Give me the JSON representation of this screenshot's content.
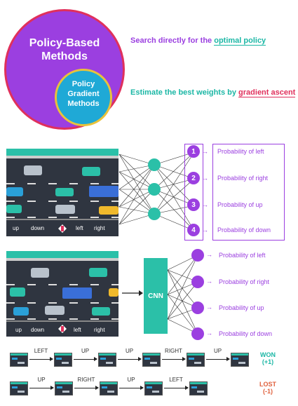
{
  "top": {
    "outer_title_line1": "Policy-Based",
    "outer_title_line2": "Methods",
    "inner_title_line1": "Policy",
    "inner_title_line2": "Gradient",
    "inner_title_line3": "Methods",
    "search_text": "Search directly for the ",
    "search_highlight": "optimal policy",
    "estimate_text": "Estimate the best weights by ",
    "estimate_highlight": "gradient ascent"
  },
  "road_labels": {
    "up": "up",
    "down": "down",
    "left": "left",
    "right": "right"
  },
  "network1": {
    "outputs": [
      "1",
      "2",
      "3",
      "4"
    ],
    "probs": [
      "Probability of left",
      "Probability of right",
      "Probability of up",
      "Probability of down"
    ]
  },
  "network2": {
    "cnn_label": "CNN",
    "probs": [
      "Probability of left",
      "Probability of right",
      "Probability of up",
      "Probability of down"
    ]
  },
  "episode1": {
    "actions": [
      "LEFT",
      "UP",
      "UP",
      "RIGHT",
      "UP"
    ],
    "result": "WON",
    "reward": "(+1)"
  },
  "episode2": {
    "actions": [
      "UP",
      "RIGHT",
      "UP",
      "LEFT"
    ],
    "result": "LOST",
    "reward": "(-1)"
  },
  "colors": {
    "purple": "#9b3fe0",
    "teal": "#1bb7a5",
    "red": "#e0305c",
    "road": "#2f3540"
  }
}
